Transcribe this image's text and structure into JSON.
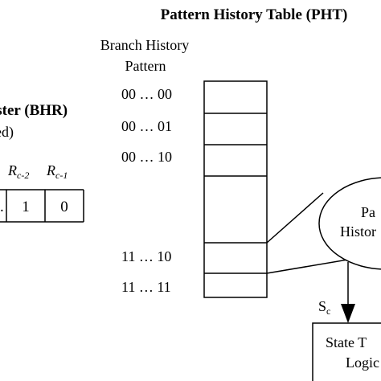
{
  "pht": {
    "title": "Pattern History Table (PHT)",
    "column_label_line1": "Branch History",
    "column_label_line2": "Pattern",
    "row_labels": [
      "00 … 00",
      "00 … 01",
      "00 … 10",
      "11 … 10",
      "11 … 11"
    ]
  },
  "bhr": {
    "title_fragment": "ister (BHR)",
    "subtitle_fragment": "ed)",
    "col_label_a_base": "R",
    "col_label_a_sub": "c-2",
    "col_label_b_base": "R",
    "col_label_b_sub": "c-1",
    "cells": [
      ".",
      "1",
      "0"
    ]
  },
  "bubble": {
    "line1": "Pa",
    "line2": "Histor"
  },
  "arrow": {
    "label_base": "S",
    "label_sub": "c"
  },
  "logic_box": {
    "line1": "State T",
    "line2": "Logic"
  }
}
